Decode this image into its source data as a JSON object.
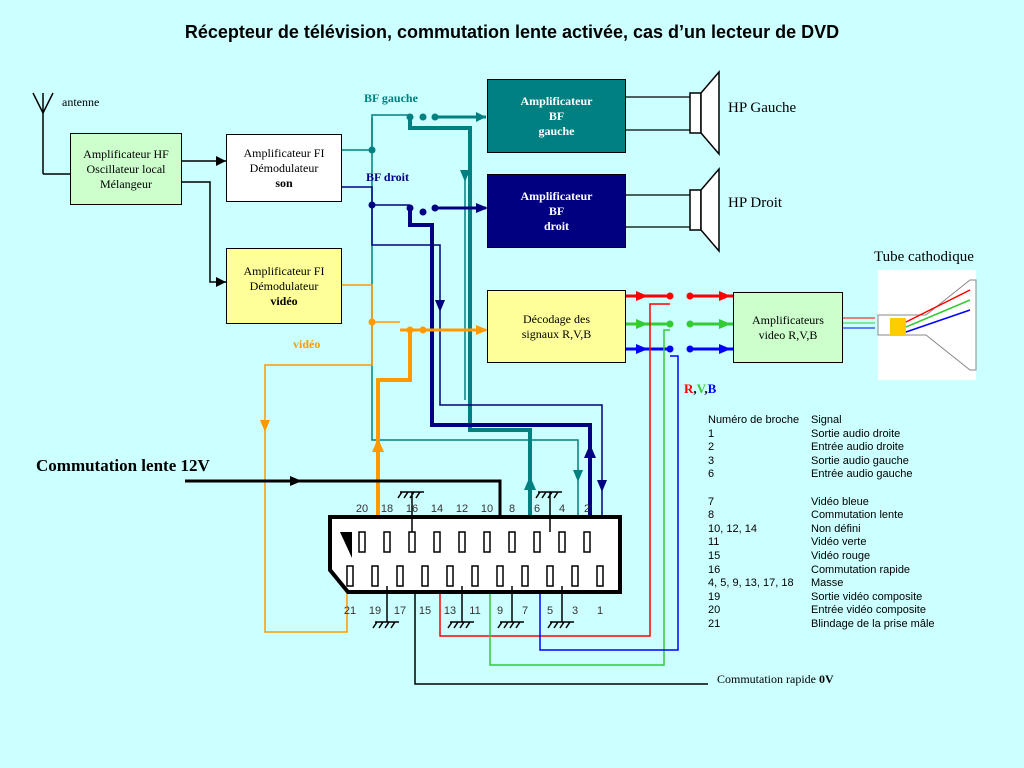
{
  "title": "Récepteur de télévision, commutation lente activée, cas d’un lecteur de DVD",
  "labels": {
    "antenne": "antenne",
    "bf_gauche": "BF gauche",
    "bf_droit": "BF droit",
    "video": "vidéo",
    "hp_gauche": "HP Gauche",
    "hp_droit": "HP Droit",
    "tube": "Tube cathodique",
    "commutation_lente": "Commutation lente 12V",
    "commutation_rapide": "Commutation rapide ",
    "commutation_rapide_value": "0V",
    "rvb_r": "R",
    "rvb_sep1": ",",
    "rvb_v": "V",
    "rvb_sep2": ",",
    "rvb_b": "B"
  },
  "boxes": {
    "hf": [
      "Amplificateur HF",
      "Oscillateur local",
      "Mélangeur"
    ],
    "fi_son": [
      "Amplificateur FI",
      "Démodulateur",
      "son"
    ],
    "fi_video": [
      "Amplificateur FI",
      "Démodulateur",
      "vidéo"
    ],
    "bf_gauche": [
      "Amplificateur",
      "BF",
      "gauche"
    ],
    "bf_droit": [
      "Amplificateur",
      "BF",
      "droit"
    ],
    "decodage": [
      "Décodage des",
      "signaux R,V,B"
    ],
    "ampli_video": [
      "Amplificateurs",
      "video R,V,B"
    ]
  },
  "connector": {
    "top_pins": [
      "20",
      "18",
      "16",
      "14",
      "12",
      "10",
      "8",
      "6",
      "4",
      "2"
    ],
    "bottom_pins": [
      "21",
      "19",
      "17",
      "15",
      "13",
      "11",
      "9",
      "7",
      "5",
      "3",
      "1"
    ]
  },
  "pin_table": {
    "header": [
      "Numéro de broche",
      "Signal"
    ],
    "rows": [
      [
        "1",
        "Sortie audio droite"
      ],
      [
        "2",
        "Entrée audio droite"
      ],
      [
        "3",
        "Sortie audio gauche"
      ],
      [
        "6",
        "Entrée audio gauche"
      ],
      [
        "",
        ""
      ],
      [
        "7",
        "Vidéo bleue"
      ],
      [
        "8",
        "Commutation lente"
      ],
      [
        "10, 12, 14",
        "Non défini"
      ],
      [
        "11",
        "Vidéo verte"
      ],
      [
        "15",
        "Vidéo rouge"
      ],
      [
        "16",
        "Commutation rapide"
      ],
      [
        "4, 5, 9, 13, 17, 18",
        "Masse"
      ],
      [
        "19",
        "Sortie vidéo composite"
      ],
      [
        "20",
        "Entrée vidéo composite"
      ],
      [
        "21",
        "Blindage de la prise mâle"
      ]
    ]
  },
  "colors": {
    "background": "#ccffff",
    "teal": "#008080",
    "navy": "#000080",
    "orange": "#ff9900",
    "red": "#ff0000",
    "green": "#33cc33",
    "blue": "#0000ff",
    "box_green": "#ccffcc",
    "box_yellow": "#ffff99"
  }
}
